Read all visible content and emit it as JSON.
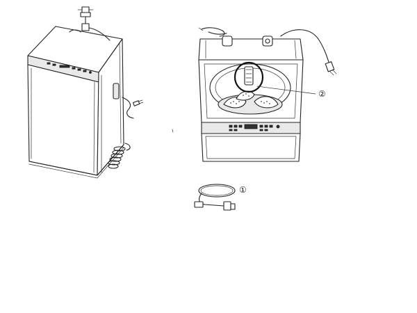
{
  "callouts": [
    {
      "id": "inlet-hose",
      "label": "①"
    },
    {
      "id": "filter",
      "label": "②"
    }
  ],
  "colors": {
    "line": "#222222",
    "background": "#ffffff",
    "shade": "#e9e9e9"
  }
}
